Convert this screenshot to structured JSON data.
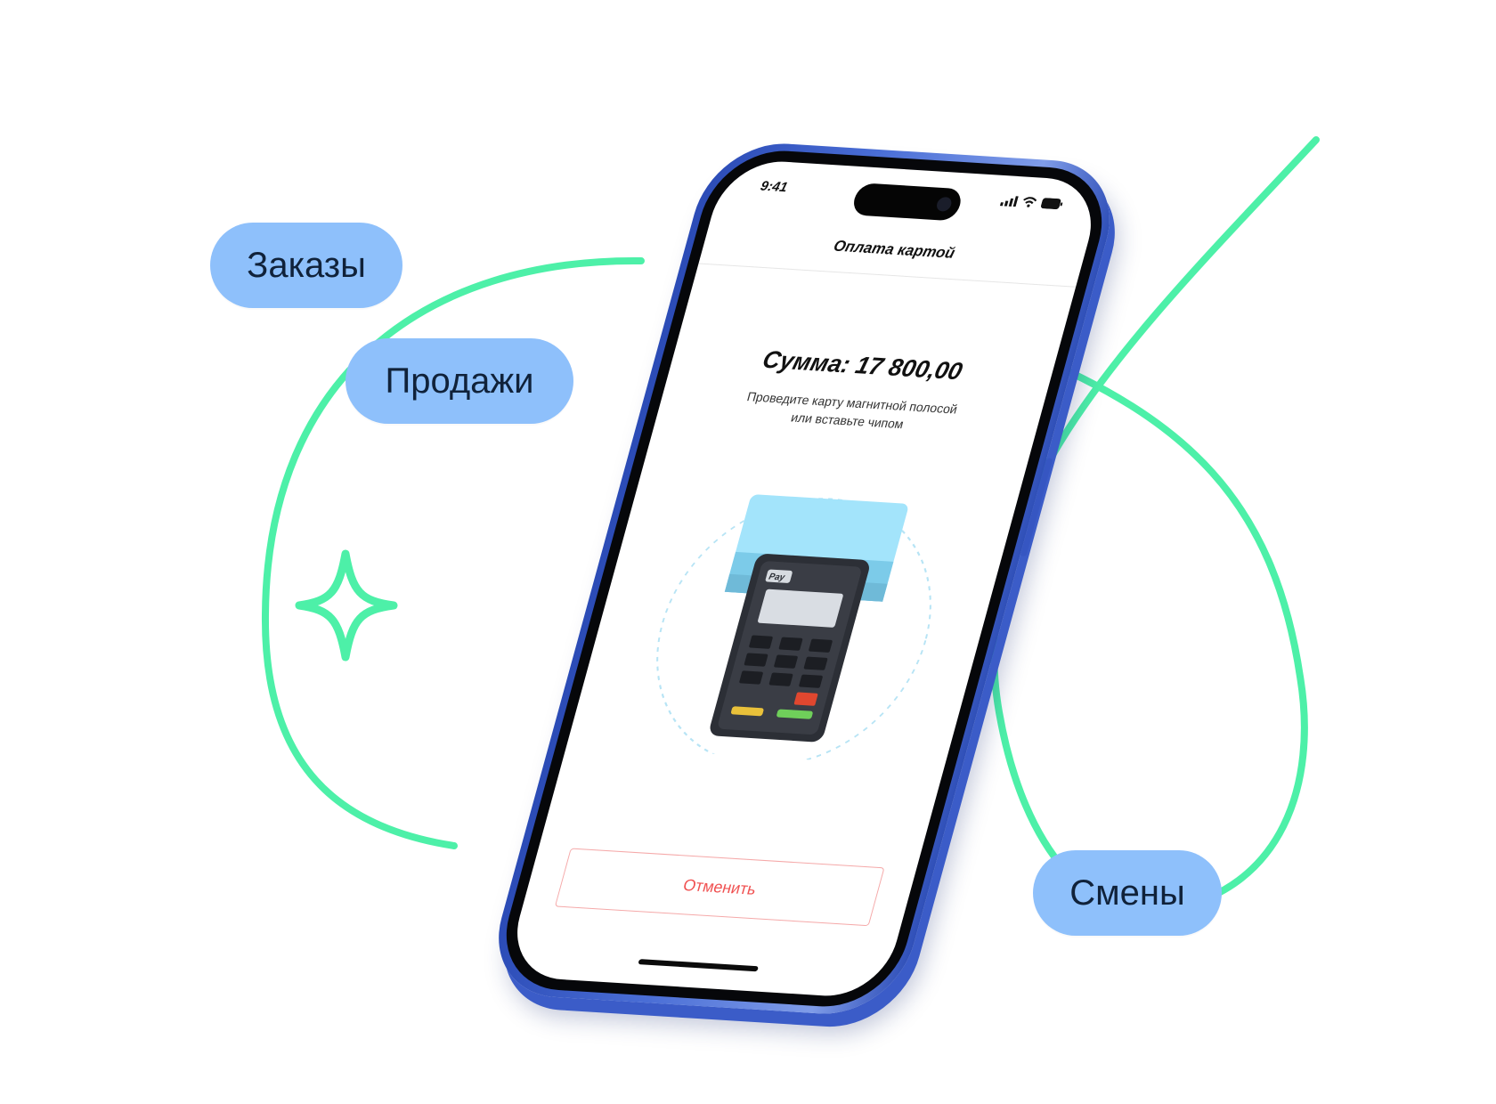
{
  "colors": {
    "accent_green": "#4df0a8",
    "pill_blue": "#8ec0fb",
    "phone_blue": "#3b5cc8",
    "cancel_red": "#f05252"
  },
  "labels": {
    "orders": "Заказы",
    "sales": "Продажи",
    "shifts": "Смены"
  },
  "status_bar": {
    "time": "9:41",
    "icons": [
      "signal-icon",
      "wifi-icon",
      "battery-icon"
    ]
  },
  "screen": {
    "title": "Оплата картой",
    "amount": "Сумма: 17 800,00",
    "hint_line1": "Проведите карту магнитной полосой",
    "hint_line2": "или вставьте чипом",
    "terminal_brand": "Pay",
    "cancel_label": "Отменить"
  },
  "decorations": [
    "sparkle-icon",
    "loop-line"
  ]
}
